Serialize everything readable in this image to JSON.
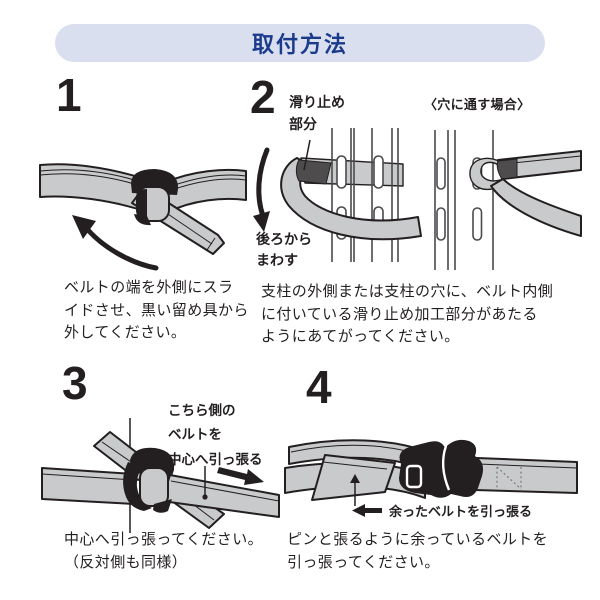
{
  "header": {
    "title": "取付方法"
  },
  "colors": {
    "header_bg": "#dadfef",
    "header_text": "#1a3a8c",
    "ink": "#231f20",
    "belt_gray": "#c9cacb",
    "belt_dark": "#4f4c4d"
  },
  "steps": {
    "step1": {
      "number": "1",
      "caption": "ベルトの端を外側にスラ\nイドさせ、黒い留め具から\n外してください。"
    },
    "step2": {
      "number": "2",
      "label_nonslip": "滑り止め\n部分",
      "label_hole_case": "〈穴に通す場合〉",
      "label_wrap_behind": "後ろから\nまわす",
      "caption": "支柱の外側または支柱の穴に、ベルト内側\nに付いている滑り止め加工部分があたる\nようにあてがってください。"
    },
    "step3": {
      "number": "3",
      "label_pull_center": "こちら側の\nベルトを\n中心へ引っ張る",
      "caption": "中心へ引っ張ってください。\n（反対側も同様）"
    },
    "step4": {
      "number": "4",
      "label_pull_excess": "余ったベルトを引っ張る",
      "caption": "ピンと張るように余っているベルトを\n引っ張ってください。"
    }
  }
}
